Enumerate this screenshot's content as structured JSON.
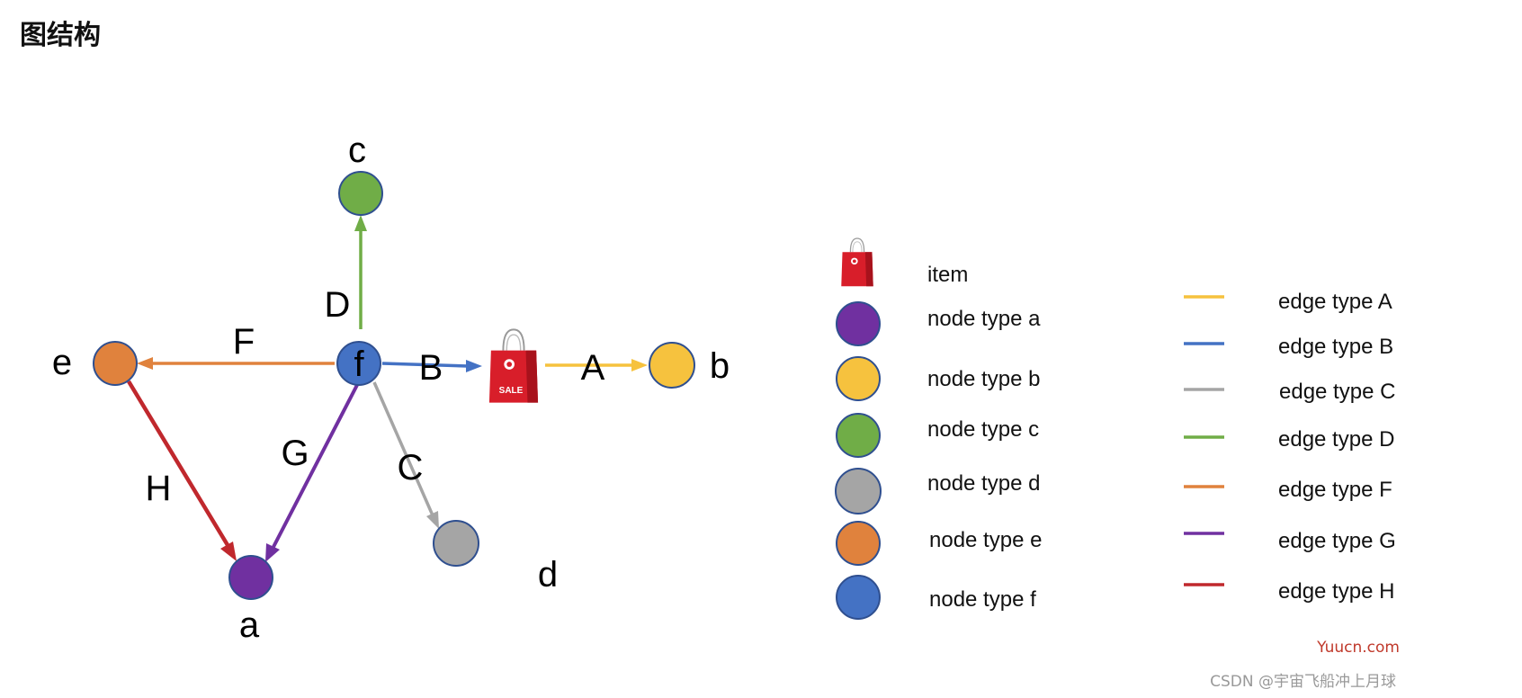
{
  "title": "图结构",
  "colors": {
    "a": "#7030a0",
    "b": "#f6c23e",
    "c": "#70ad47",
    "d": "#a5a5a5",
    "e": "#e0823d",
    "f": "#4472c4",
    "edgeA": "#f6c23e",
    "edgeB": "#4472c4",
    "edgeC": "#a5a5a5",
    "edgeD": "#70ad47",
    "edgeF": "#e0823d",
    "edgeG": "#7030a0",
    "edgeH": "#c0282d"
  },
  "graph": {
    "node_labels": {
      "a": "a",
      "b": "b",
      "c": "c",
      "d": "d",
      "e": "e",
      "f": "f"
    },
    "edge_labels": {
      "A": "A",
      "B": "B",
      "C": "C",
      "D": "D",
      "F": "F",
      "G": "G",
      "H": "H"
    },
    "item_badge": "SALE"
  },
  "legend": {
    "nodes": [
      {
        "key": "item",
        "label": "item",
        "icon": "shopping-bag-icon"
      },
      {
        "key": "a",
        "label": "node type a"
      },
      {
        "key": "b",
        "label": "node type b"
      },
      {
        "key": "c",
        "label": "node type c"
      },
      {
        "key": "d",
        "label": "node type d"
      },
      {
        "key": "e",
        "label": "node type e"
      },
      {
        "key": "f",
        "label": "node type f"
      }
    ],
    "edges": [
      {
        "key": "A",
        "label": "edge type A"
      },
      {
        "key": "B",
        "label": "edge type B"
      },
      {
        "key": "C",
        "label": "edge type C"
      },
      {
        "key": "D",
        "label": "edge type D"
      },
      {
        "key": "F",
        "label": "edge type F"
      },
      {
        "key": "G",
        "label": "edge type G"
      },
      {
        "key": "H",
        "label": "edge type H"
      }
    ]
  },
  "watermarks": {
    "site": "Yuucn.com",
    "author": "CSDN @宇宙飞船冲上月球"
  }
}
